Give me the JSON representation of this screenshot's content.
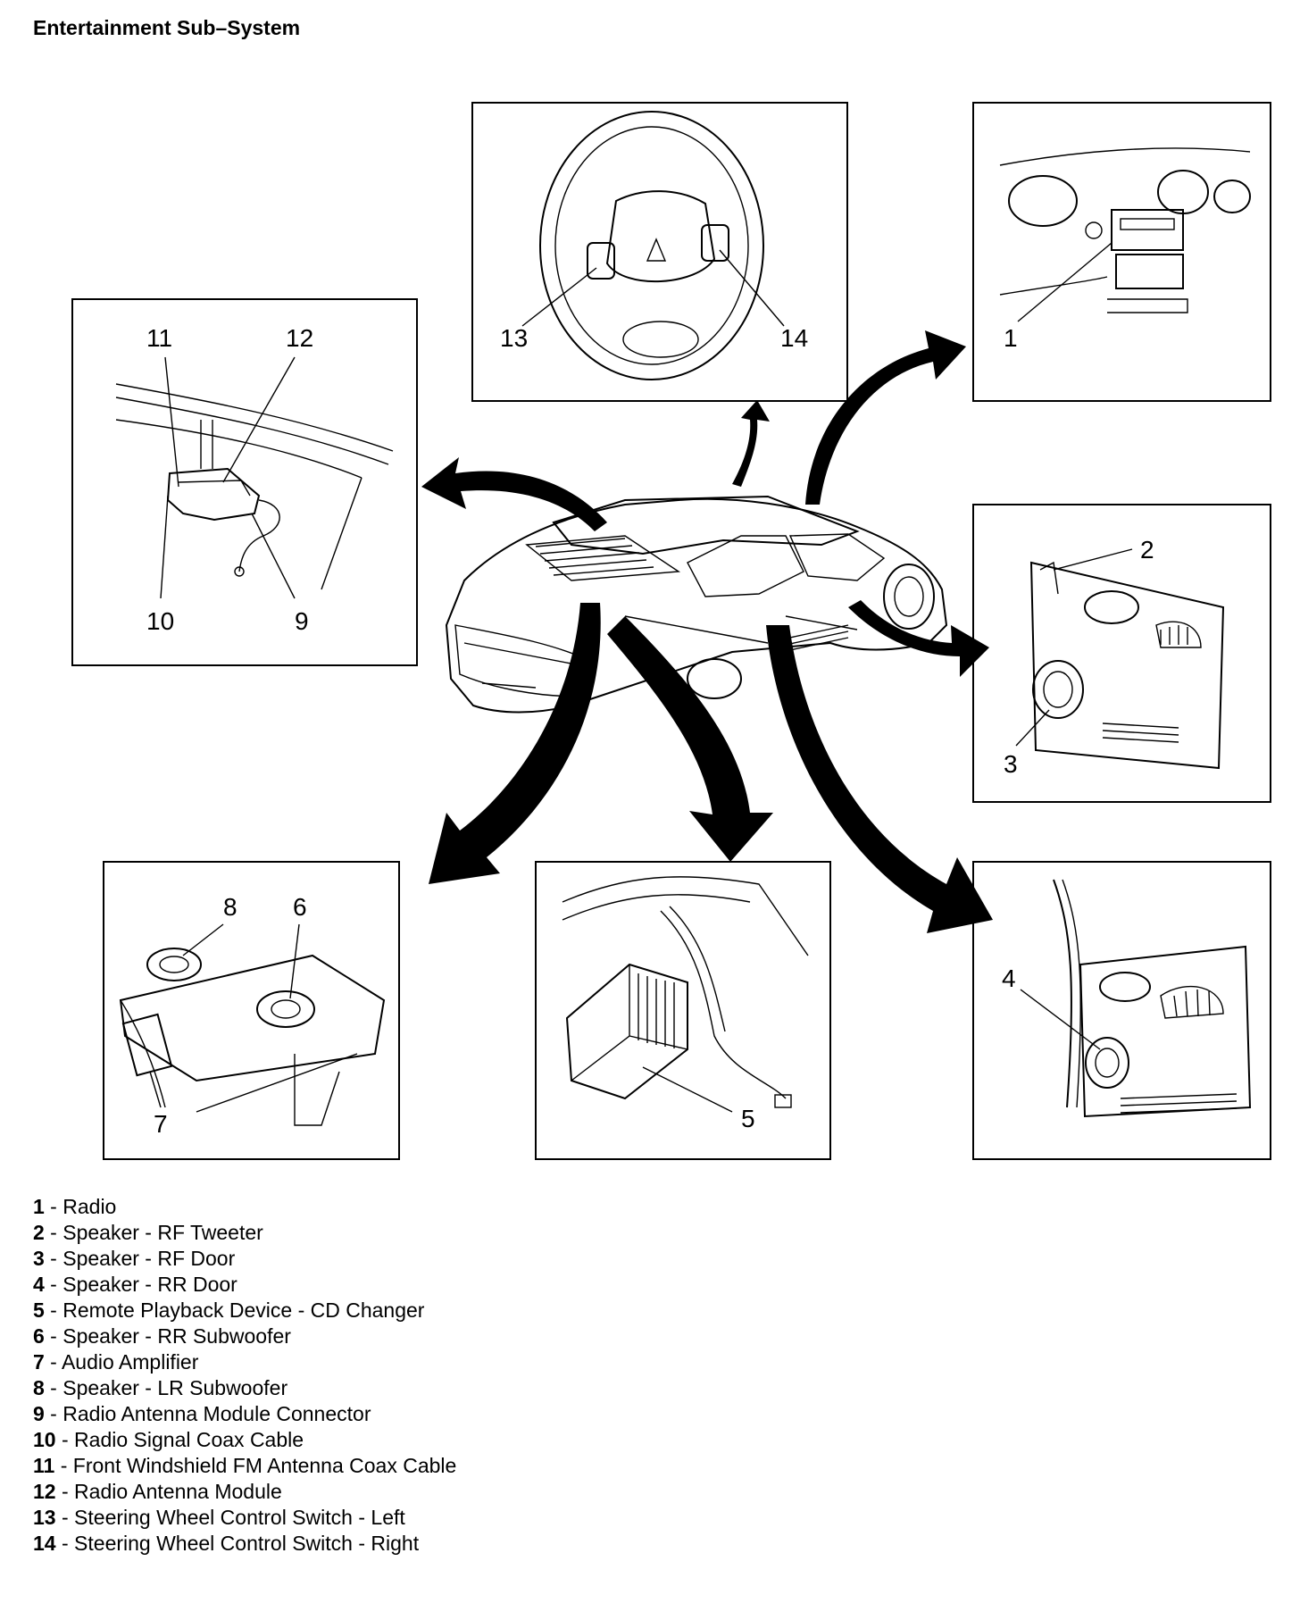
{
  "title": "Entertainment Sub–System",
  "callouts": {
    "c1": "1",
    "c2": "2",
    "c3": "3",
    "c4": "4",
    "c5": "5",
    "c6": "6",
    "c7": "7",
    "c8": "8",
    "c9": "9",
    "c10": "10",
    "c11": "11",
    "c12": "12",
    "c13": "13",
    "c14": "14"
  },
  "legend": [
    {
      "num": "1",
      "sep": " - ",
      "label": "Radio"
    },
    {
      "num": "2",
      "sep": " - ",
      "label": "Speaker - RF Tweeter"
    },
    {
      "num": "3",
      "sep": " - ",
      "label": "Speaker - RF Door"
    },
    {
      "num": "4",
      "sep": " - ",
      "label": "Speaker - RR Door"
    },
    {
      "num": "5",
      "sep": " - ",
      "label": "Remote Playback Device - CD Changer"
    },
    {
      "num": "6",
      "sep": " - ",
      "label": "Speaker - RR Subwoofer"
    },
    {
      "num": "7",
      "sep": " - ",
      "label": "Audio Amplifier"
    },
    {
      "num": "8",
      "sep": " - ",
      "label": "Speaker - LR Subwoofer"
    },
    {
      "num": "9",
      "sep": " - ",
      "label": "Radio Antenna Module Connector"
    },
    {
      "num": "10",
      "sep": " - ",
      "label": "Radio Signal Coax Cable"
    },
    {
      "num": "11",
      "sep": " - ",
      "label": "Front Windshield FM Antenna Coax Cable"
    },
    {
      "num": "12",
      "sep": " - ",
      "label": "Radio Antenna Module"
    },
    {
      "num": "13",
      "sep": " - ",
      "label": "Steering Wheel Control Switch - Left"
    },
    {
      "num": "14",
      "sep": " - ",
      "label": "Steering Wheel Control Switch - Right"
    }
  ]
}
